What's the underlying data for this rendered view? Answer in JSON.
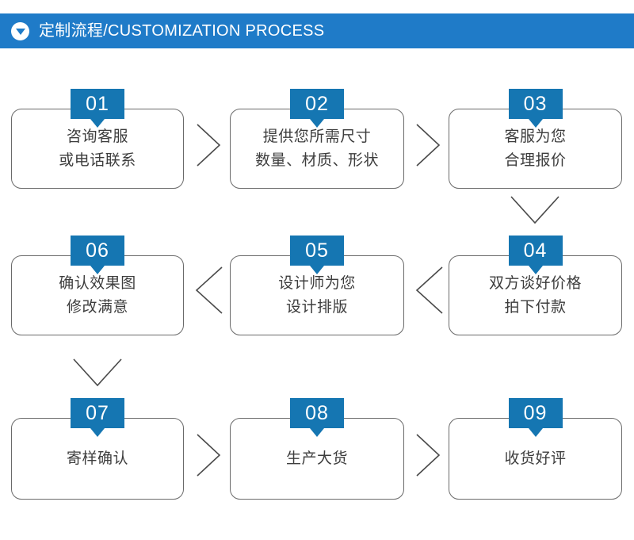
{
  "header": {
    "icon": "triangle-down-icon",
    "title": "定制流程/CUSTOMIZATION PROCESS",
    "background_color": "#1f7bc8",
    "text_color": "#ffffff"
  },
  "theme": {
    "badge_color": "#1576b2",
    "box_border_color": "#6a6a6a",
    "box_background": "#ffffff",
    "text_color": "#3d3d3d",
    "connector_color": "#4a4a4a"
  },
  "process": {
    "rows": [
      {
        "direction": "left-to-right",
        "steps": [
          {
            "number": "01",
            "lines": "咨询客服\n或电话联系"
          },
          {
            "number": "02",
            "lines": "提供您所需尺寸\n数量、材质、形状"
          },
          {
            "number": "03",
            "lines": "客服为您\n合理报价"
          }
        ]
      },
      {
        "direction": "right-to-left",
        "steps": [
          {
            "number": "06",
            "lines": "确认效果图\n修改满意"
          },
          {
            "number": "05",
            "lines": "设计师为您\n设计排版"
          },
          {
            "number": "04",
            "lines": "双方谈好价格\n拍下付款"
          }
        ]
      },
      {
        "direction": "left-to-right",
        "steps": [
          {
            "number": "07",
            "lines": "寄样确认"
          },
          {
            "number": "08",
            "lines": "生产大货"
          },
          {
            "number": "09",
            "lines": "收货好评"
          }
        ]
      }
    ],
    "connectors": [
      {
        "name": "connector-01-to-02",
        "shape": "chevron-right-icon"
      },
      {
        "name": "connector-02-to-03",
        "shape": "chevron-right-icon"
      },
      {
        "name": "connector-03-to-04",
        "shape": "chevron-down-icon"
      },
      {
        "name": "connector-04-to-05",
        "shape": "chevron-left-icon"
      },
      {
        "name": "connector-05-to-06",
        "shape": "chevron-left-icon"
      },
      {
        "name": "connector-06-to-07",
        "shape": "chevron-down-icon"
      },
      {
        "name": "connector-07-to-08",
        "shape": "chevron-right-icon"
      },
      {
        "name": "connector-08-to-09",
        "shape": "chevron-right-icon"
      }
    ]
  }
}
